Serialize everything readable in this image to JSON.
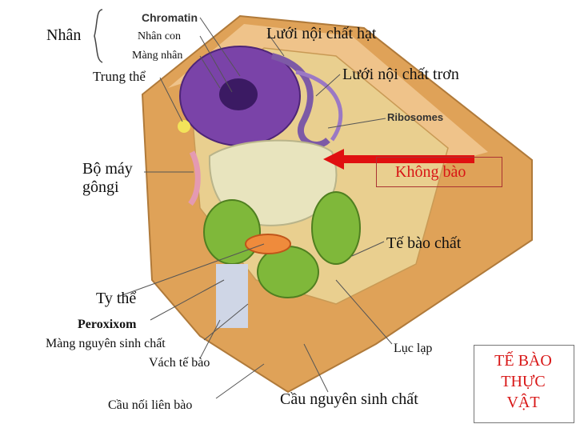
{
  "labels": {
    "nucleus": "Nhân",
    "chromatin": "Chromatin",
    "nucleolus": "Nhân con",
    "nuclear_membrane": "Màng nhân",
    "centrosome": "Trung thể",
    "rough_er": "Lưới nội chất hạt",
    "smooth_er": "Lưới nội chất trơn",
    "ribosomes": "Ribosomes",
    "golgi": "Bộ máy\ngôngi",
    "vacuole": "Không bào",
    "cytoplasm": "Tế bào chất",
    "mitochondria": "Ty thể",
    "peroxisome": "Peroxixom",
    "plasma_membrane": "Màng nguyên sinh chất",
    "cell_wall": "Vách tế bào",
    "chloroplast": "Lục lạp",
    "plasmodesma_connector": "Cầu nối liên bào",
    "plasmodesmata": "Cầu nguyên sinh chất",
    "title": "TẾ BÀO\nTHỰC\nVẬT"
  },
  "colors": {
    "cell_wall": "#e2a75c",
    "nucleus": "#7a43a8",
    "vacuole": "#e6e2b8",
    "chloroplast": "#7fb83a",
    "arrow": "#e01010",
    "title": "#d81616"
  }
}
